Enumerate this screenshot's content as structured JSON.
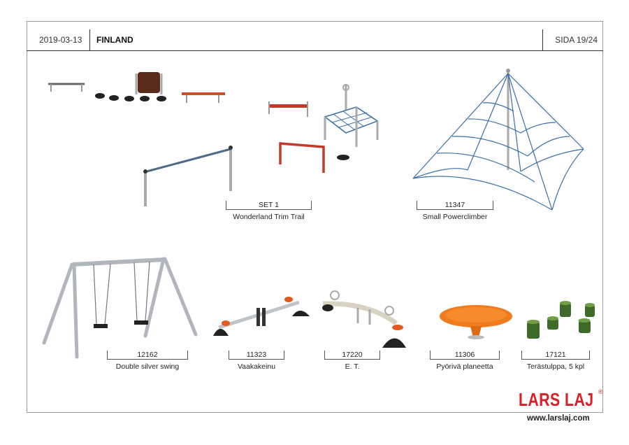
{
  "header": {
    "date": "2019-03-13",
    "country": "FINLAND",
    "page": "SIDA 19/24"
  },
  "products": [
    {
      "code": "SET 1",
      "name": "Wonderland Trim Trail"
    },
    {
      "code": "11347",
      "name": "Small Powerclimber"
    },
    {
      "code": "12162",
      "name": "Double silver swing"
    },
    {
      "code": "11323",
      "name": "Vaakakeinu"
    },
    {
      "code": "17220",
      "name": "E. T."
    },
    {
      "code": "11306",
      "name": "Pyörivä planeetta"
    },
    {
      "code": "17121",
      "name": "Terästulppa, 5 kpl"
    }
  ],
  "brand": {
    "logo": "LARS LAJ",
    "registered": "®",
    "website": "www.larslaj.com",
    "color": "#d81f26"
  }
}
